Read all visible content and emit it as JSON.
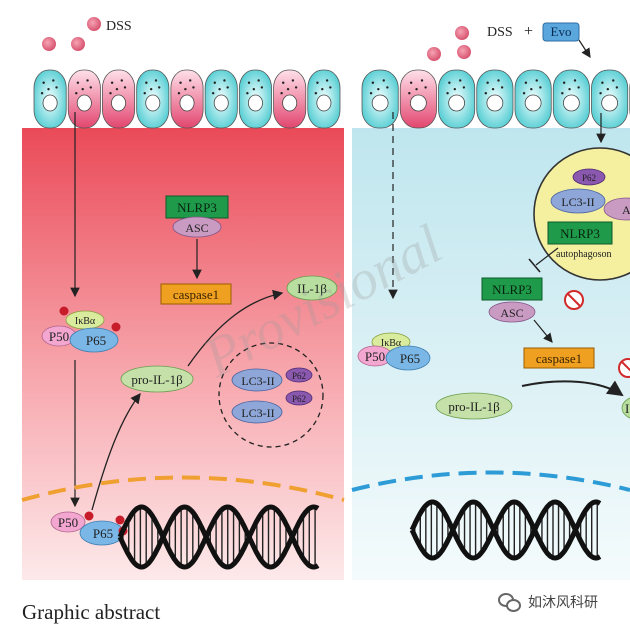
{
  "left_panel": {
    "stimulus": "DSS",
    "complex_top": [
      "NLRP3",
      "ASC"
    ],
    "caspase": "caspase1",
    "il1b": "IL-1β",
    "pro_il1b": "pro-IL-1β",
    "ikba": "IκBα",
    "p50": "P50",
    "p65": "P65",
    "lc3": [
      "LC3-II",
      "LC3-II"
    ],
    "p62": [
      "P62",
      "P62"
    ]
  },
  "right_panel": {
    "stimulus": "DSS",
    "plus": "+",
    "drug": "Evo",
    "autophagosome": {
      "p62": "P62",
      "lc3": "LC3-II",
      "asc": "AS",
      "nlrp3": "NLRP3",
      "label": "autophagoson"
    },
    "nlrp3": "NLRP3",
    "asc": "ASC",
    "caspase": "caspase1",
    "pro_il1b": "pro-IL-1β",
    "il1b_partial": "I",
    "ikba": "IκBα",
    "p50": "P50",
    "p65": "P65"
  },
  "watermark": "Provisional",
  "caption": "Graphic abstract",
  "wechat_name": "如沐风科研",
  "colors": {
    "left_bg": "#ea4a58",
    "right_bg": "#bfe6ee",
    "nlrp3": "#1f9a4a",
    "asc": "#c99ac2",
    "caspase": "#f0a020",
    "il1b": "#b9dfa0",
    "lc3": "#8ea6d8",
    "p62": "#8b58b0",
    "p50": "#f2a6d0",
    "p65": "#7ab7e6",
    "evo": "#5aa7dd",
    "membrane_left": "#f0a030",
    "membrane_right": "#2c9bd6"
  }
}
